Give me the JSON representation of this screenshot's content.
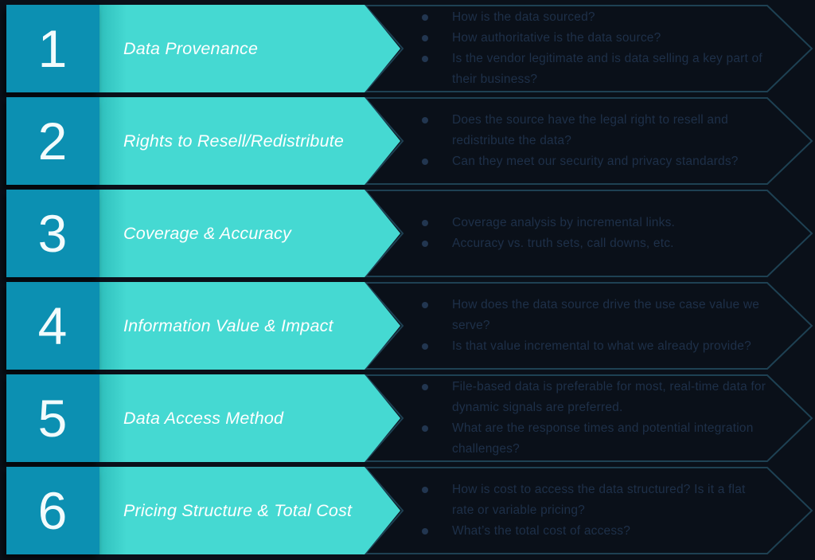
{
  "colors": {
    "background": "#0A1019",
    "step_number_box": "#0C90B2",
    "title_arrow": "#45D9D2",
    "banner_outline": "#1E4153",
    "bullet_text": "#1E3049",
    "number_text": "#F2FBFC",
    "title_text": "#FFFFFF"
  },
  "rows": [
    {
      "number": "1",
      "title": "Data Provenance",
      "bullets": [
        "How is the data sourced?",
        "How authoritative is the data source?",
        "Is the vendor legitimate and is data selling a key part of their business?"
      ]
    },
    {
      "number": "2",
      "title": "Rights to Resell/Redistribute",
      "bullets": [
        "Does the source have the legal right to resell and redistribute the data?",
        "Can they meet our security and privacy standards?"
      ]
    },
    {
      "number": "3",
      "title": "Coverage & Accuracy",
      "bullets": [
        "Coverage analysis by incremental links.",
        "Accuracy vs. truth sets, call downs, etc."
      ]
    },
    {
      "number": "4",
      "title": "Information Value & Impact",
      "bullets": [
        "How does the data source drive the use case value we serve?",
        "Is that value incremental to what we already provide?"
      ]
    },
    {
      "number": "5",
      "title": "Data Access Method",
      "bullets": [
        "File-based data is preferable for most, real-time data for dynamic signals are preferred.",
        "What are the response times and potential integration challenges?"
      ]
    },
    {
      "number": "6",
      "title": "Pricing Structure & Total Cost",
      "bullets": [
        "How is cost to access the data structured? Is it a flat rate or variable pricing?",
        "What’s the total cost of access?"
      ]
    }
  ]
}
